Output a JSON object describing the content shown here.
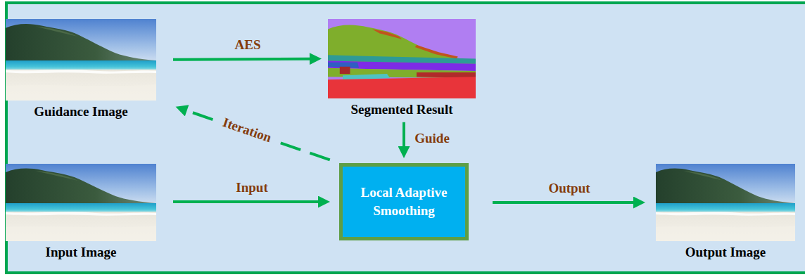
{
  "diagram": {
    "nodes": [
      {
        "text": [
          "Guidance Image"
        ]
      },
      {
        "text": [
          "Segmented Result"
        ]
      },
      {
        "text": [
          "Input Image"
        ]
      },
      {
        "text": [
          "Local Adaptive Smoothing"
        ]
      },
      {
        "text": [
          "Output Image"
        ]
      }
    ],
    "edges": [
      {
        "from": 0,
        "to": 1,
        "label": "AES",
        "arrow": "to"
      },
      {
        "from": 1,
        "to": 3,
        "label": "Guide",
        "arrow": "to"
      },
      {
        "from": 2,
        "to": 3,
        "label": "Input",
        "arrow": "to"
      },
      {
        "from": 3,
        "to": 4,
        "label": "Output",
        "arrow": "to"
      },
      {
        "from": 3,
        "to": 0,
        "label": "Iteration",
        "arrow": "to"
      }
    ]
  }
}
